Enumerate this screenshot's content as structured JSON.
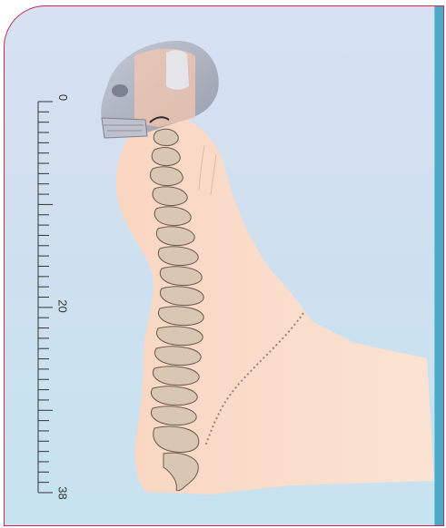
{
  "ruler": {
    "labels": [
      "0",
      "20",
      "38"
    ],
    "min": 0,
    "max": 38,
    "tick_step": 1,
    "color": "#333333"
  },
  "colors": {
    "frame_border": "#c22a52",
    "background_top": "#d7e1f2",
    "background_bottom": "#c7e3f0",
    "side_bar": "#4aa8c8",
    "body_skin": "#f7d2bd",
    "skull_gray": "#a9acb8",
    "spine_bone": "#d9c7b3",
    "spine_outline": "#6b5b4e",
    "dotted_line": "#a0807a"
  }
}
